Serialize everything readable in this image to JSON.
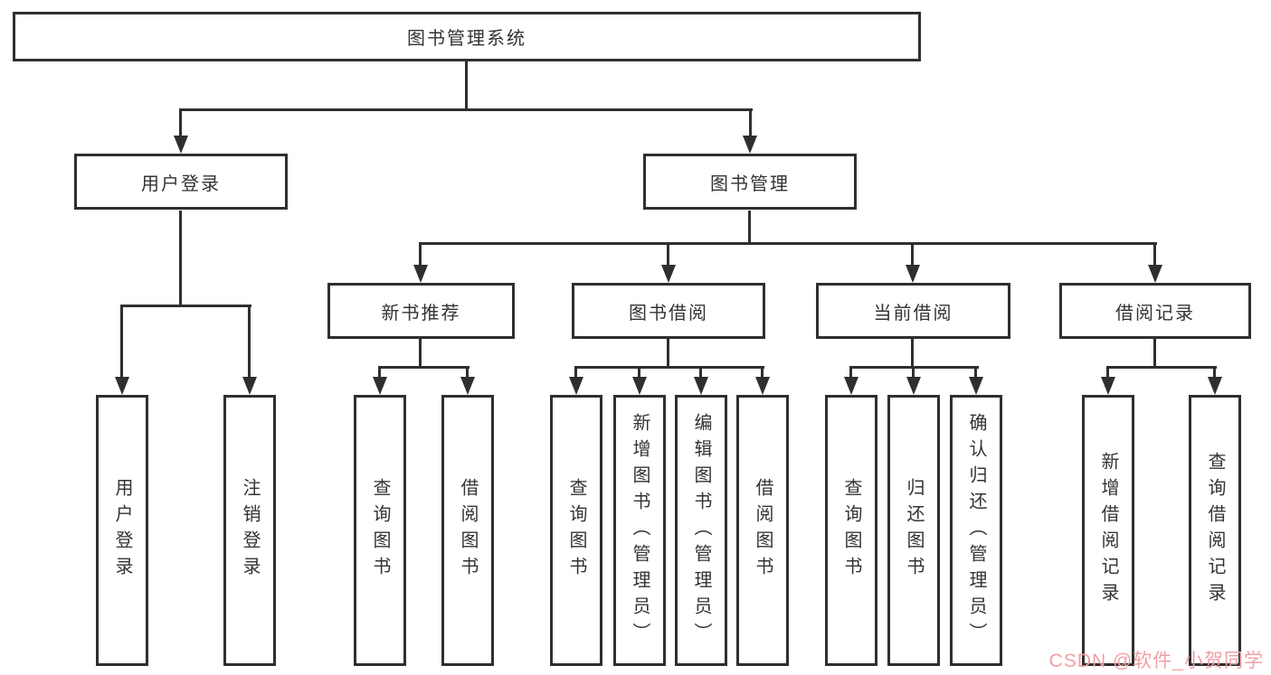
{
  "colors": {
    "line": "#2f2f2f",
    "node_border": "#2f2f2f",
    "node_text": "#333333",
    "background": "#ffffff",
    "watermark": "#efa0a6"
  },
  "watermark": {
    "text": "CSDN @软件_小贺同学"
  },
  "tree": {
    "label": "图书管理系统",
    "children": [
      {
        "label": "用户登录",
        "children": [
          {
            "label": "用户登录"
          },
          {
            "label": "注销登录"
          }
        ]
      },
      {
        "label": "图书管理",
        "children": [
          {
            "label": "新书推荐",
            "children": [
              {
                "label": "查询图书"
              },
              {
                "label": "借阅图书"
              }
            ]
          },
          {
            "label": "图书借阅",
            "children": [
              {
                "label": "查询图书"
              },
              {
                "label": "新增图书（管理员）"
              },
              {
                "label": "编辑图书（管理员）"
              },
              {
                "label": "借阅图书"
              }
            ]
          },
          {
            "label": "当前借阅",
            "children": [
              {
                "label": "查询图书"
              },
              {
                "label": "归还图书"
              },
              {
                "label": "确认归还（管理员）"
              }
            ]
          },
          {
            "label": "借阅记录",
            "children": [
              {
                "label": "新增借阅记录"
              },
              {
                "label": "查询借阅记录"
              }
            ]
          }
        ]
      }
    ]
  }
}
